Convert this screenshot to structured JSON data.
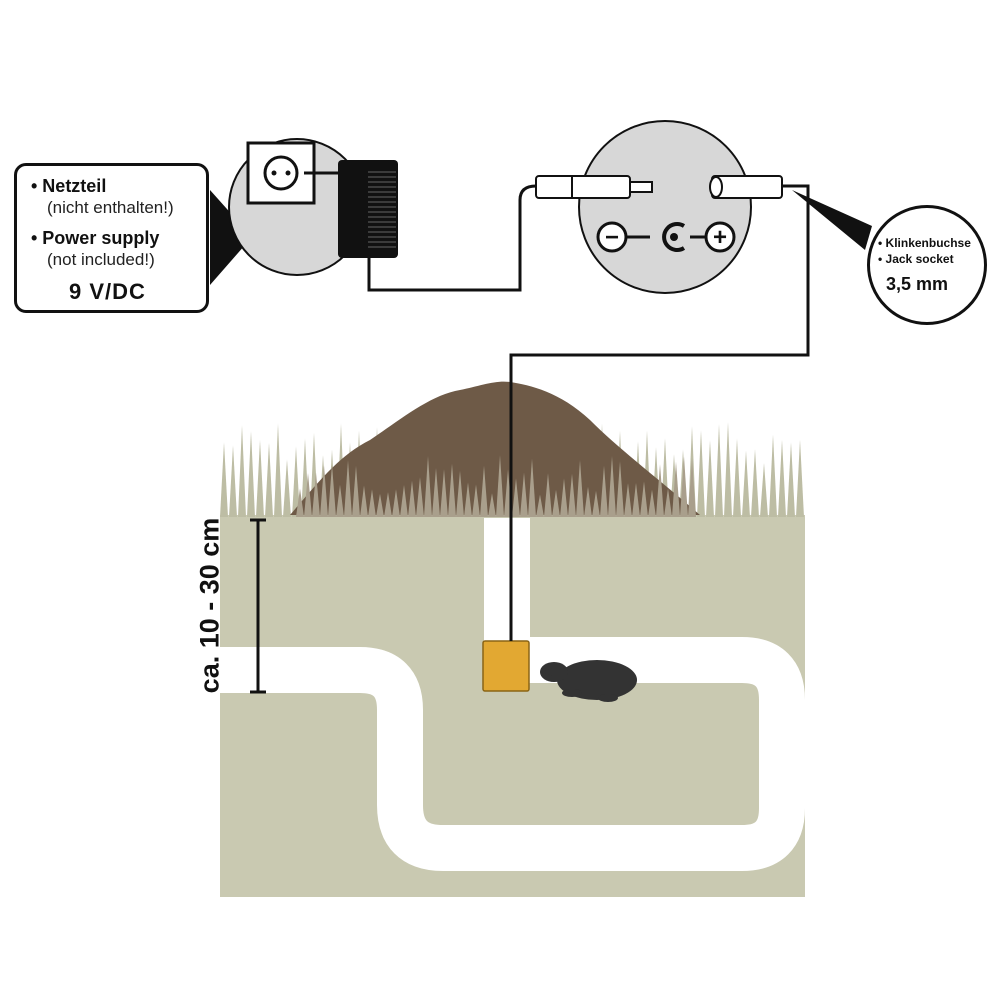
{
  "power_label": {
    "netzteil": "• Netzteil",
    "netzteil_note": "(nicht enthalten!)",
    "power_supply": "• Power supply",
    "power_note": "(not included!)",
    "voltage": "9 V/DC"
  },
  "jack_label": {
    "line1": "• Klinkenbuchse",
    "line2": "• Jack socket",
    "size": "3,5 mm"
  },
  "polarity": {
    "minus": "−",
    "center": "C",
    "plus": "+"
  },
  "depth": "ca. 10 - 30 cm",
  "colors": {
    "soil": "#c9c9b1",
    "grass": "#bdbda4",
    "molehill": "#6e5a47",
    "device": "#e2a832",
    "mole": "#333333",
    "outline": "#111111"
  }
}
